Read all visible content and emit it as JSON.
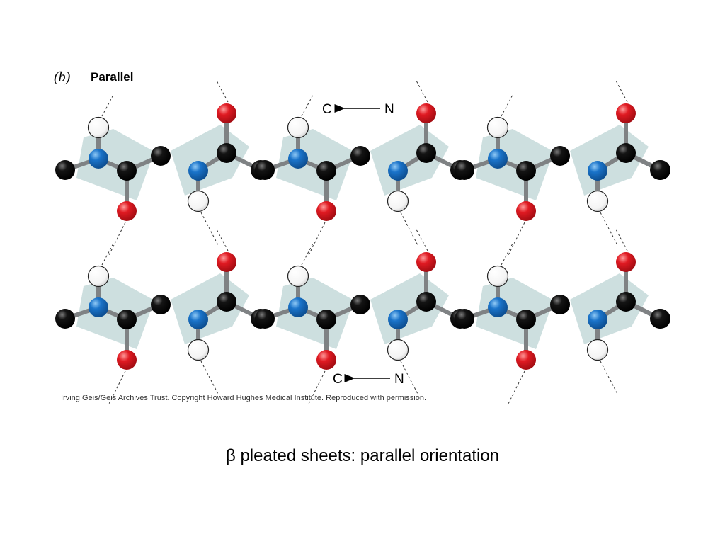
{
  "panel": {
    "letter": "(b)",
    "title": "Parallel"
  },
  "direction_labels": [
    {
      "c": "C",
      "n": "N"
    },
    {
      "c": "C",
      "n": "N"
    }
  ],
  "credit": "Irving Geis/Geis Archives Trust. Copyright Howard Hughes Medical Institute. Reproduced with permission.",
  "caption": "β pleated sheets:  parallel orientation",
  "strands": 2,
  "residues_per_strand": 6,
  "atom_colors": {
    "carbon": "#000000",
    "nitrogen": "#1a73c9",
    "oxygen": "#e01a22",
    "hydrogen": "#ffffff",
    "peptide_plane": "#c8dcdb",
    "bond": "#7f8284"
  }
}
